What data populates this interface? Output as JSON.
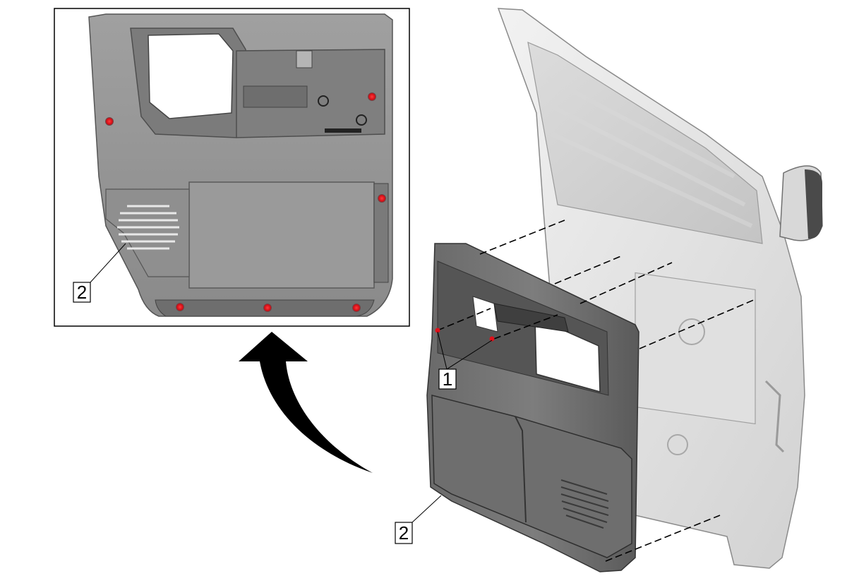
{
  "callouts": {
    "inset_panel": "2",
    "retainer_clips": "1",
    "door_trim_panel": "2"
  },
  "colors": {
    "panel_gray": "#8c8c8c",
    "panel_dark": "#4a4a4a",
    "door_light": "#e4e4e4",
    "fastener_red": "#e0101a",
    "arrow_black": "#000000"
  },
  "icons": {
    "clip_marker": "red-fastener-dot",
    "removal_arrow": "curved-arrow-up"
  }
}
